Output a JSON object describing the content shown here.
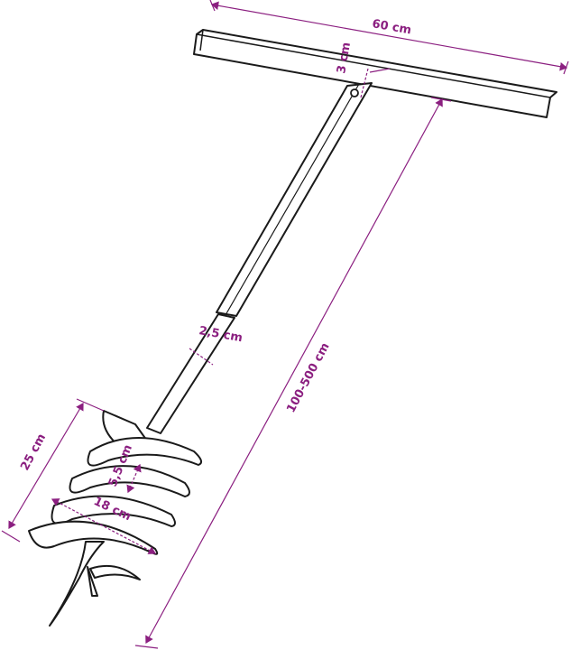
{
  "colors": {
    "dimension": "#8b1f80",
    "outline": "#1a1a1a"
  },
  "dimensions": {
    "handle_width": "60 cm",
    "handle_thickness": "3 cm",
    "shaft_diameter": "2,5 cm",
    "total_length": "100-500 cm",
    "auger_length": "25 cm",
    "flight_pitch": "5,5 cm",
    "auger_diameter": "18 cm"
  }
}
